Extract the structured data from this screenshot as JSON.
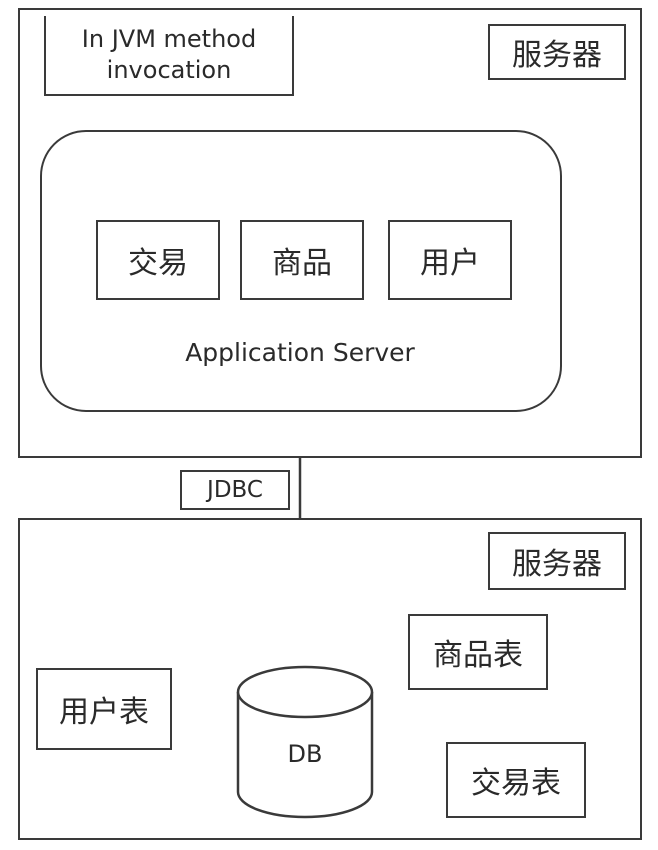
{
  "top_server": {
    "label": "服务器",
    "note_line1": "In JVM method",
    "note_line2": "invocation",
    "app_server": {
      "title": "Application Server",
      "modules": [
        "交易",
        "商品",
        "用户"
      ]
    }
  },
  "connector": {
    "label": "JDBC"
  },
  "bottom_server": {
    "label": "服务器",
    "db_label": "DB",
    "tables": [
      "用户表",
      "商品表",
      "交易表"
    ]
  }
}
